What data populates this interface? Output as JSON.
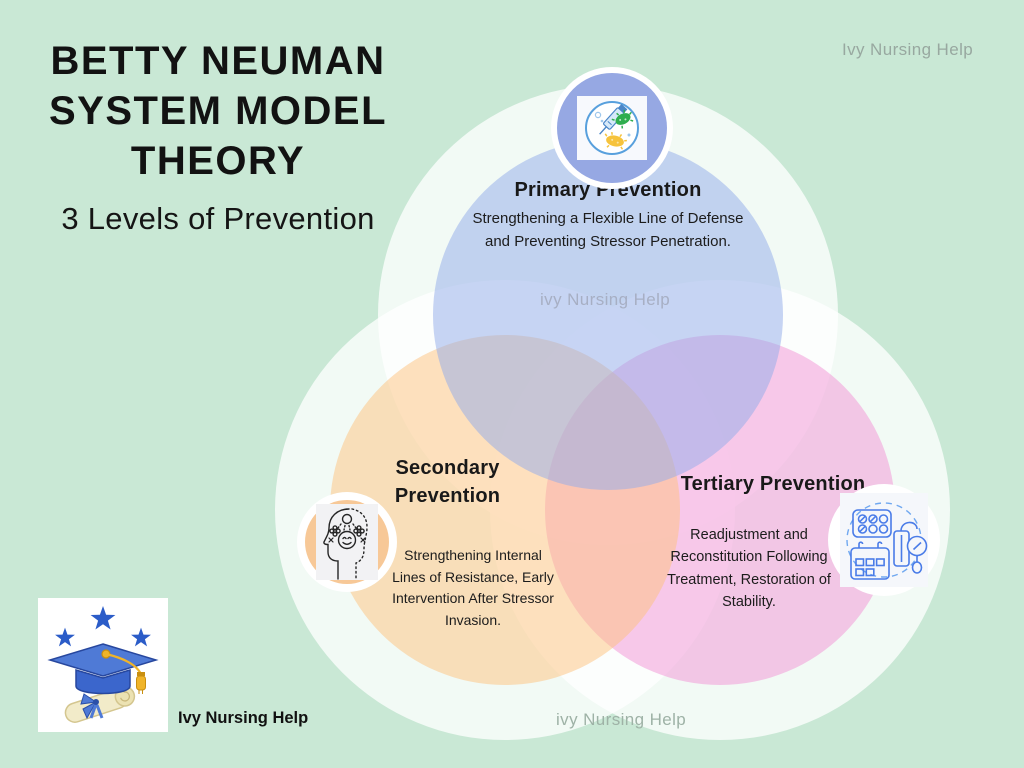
{
  "header": {
    "title_lines": [
      "BETTY NEUMAN",
      "SYSTEM MODEL",
      "THEORY"
    ],
    "subtitle": "3 Levels of Prevention"
  },
  "watermarks": {
    "top_right": "Ivy Nursing Help",
    "center": "ivy Nursing Help",
    "bottom": "ivy Nursing Help"
  },
  "footer": {
    "brand": "Ivy Nursing Help"
  },
  "venn": {
    "primary": {
      "heading": "Primary Prevention",
      "description": "Strengthening a Flexible Line of Defense\nand Preventing Stressor Penetration.",
      "circle_color": "#94ace8",
      "icon": "syringe-and-germs-icon"
    },
    "secondary": {
      "heading": "Secondary\nPrevention",
      "description": "Strengthening Internal\nLines of Resistance, Early\nIntervention After Stressor\nInvasion.",
      "circle_color": "#fec27e",
      "icon": "mental-health-head-icon"
    },
    "tertiary": {
      "heading": "Tertiary Prevention",
      "description": "Readjustment and\nReconstitution Following\nTreatment, Restoration of\nStability.",
      "circle_color": "#f292d6",
      "icon": "medication-treatment-icon"
    }
  },
  "colors": {
    "background": "#c9e8d5",
    "halo": "#ffffff",
    "primary_ring": "#96a8e3",
    "secondary_ring": "#f7c897",
    "title_text": "#121212",
    "body_text": "#1c1c1c",
    "watermark_gray": "#98a8a0",
    "logo_blue": "#2b5cc8",
    "logo_gold": "#f0b429"
  },
  "icons": {
    "logo": "graduation-cap-logo"
  }
}
